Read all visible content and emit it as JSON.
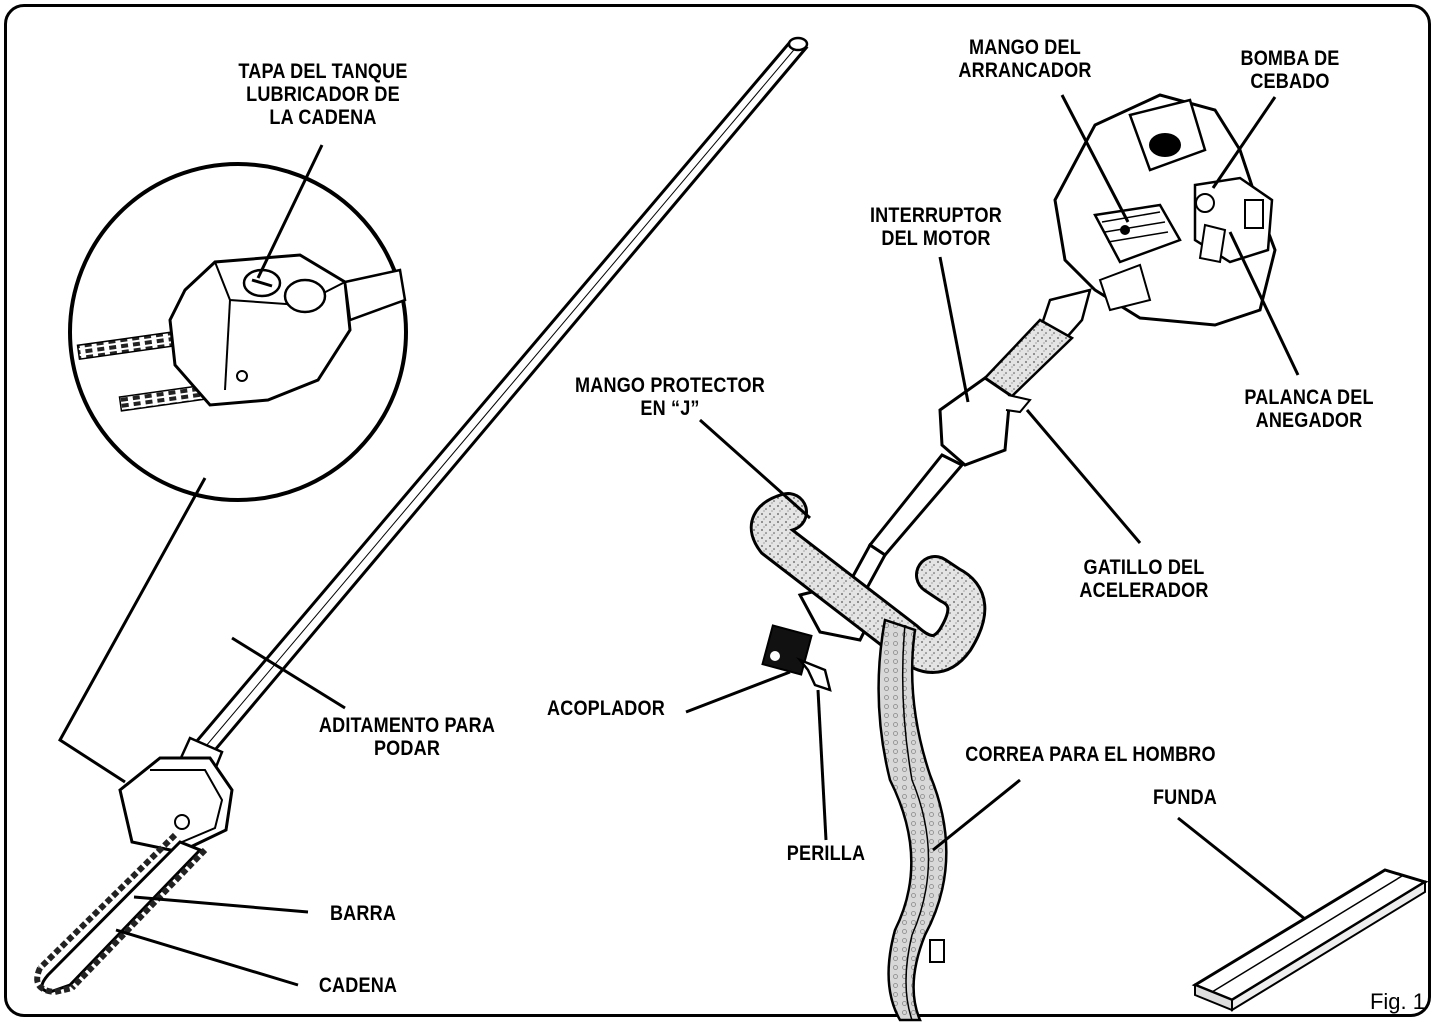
{
  "labels": {
    "tapa": "TAPA DEL TANQUE\nLUBRICADOR DE\nLA CADENA",
    "mango_arrancador": "MANGO DEL\nARRANCADOR",
    "bomba": "BOMBA DE\nCEBADO",
    "interruptor": "INTERRUPTOR\nDEL MOTOR",
    "palanca": "PALANCA DEL\nANEGADOR",
    "mango_protector": "MANGO PROTECTOR\nEN “J”",
    "gatillo": "GATILLO DEL\nACELERADOR",
    "aditamento": "ADITAMENTO PARA\nPODAR",
    "acoplador": "ACOPLADOR",
    "correa": "CORREA PARA EL HOMBRO",
    "funda": "FUNDA",
    "perilla": "PERILLA",
    "barra": "BARRA",
    "cadena": "CADENA"
  },
  "figure_label": "Fig. 1"
}
